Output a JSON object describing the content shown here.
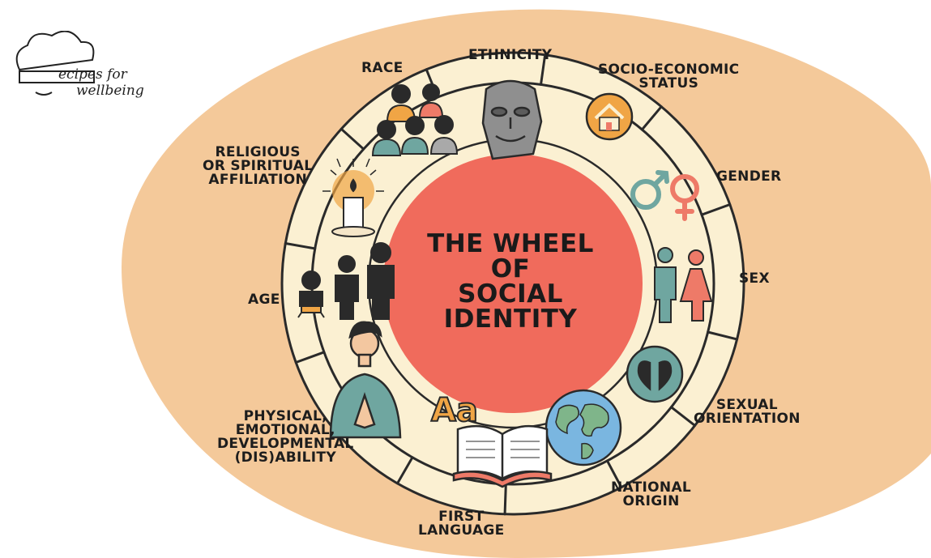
{
  "logo": {
    "line1": "ecipes for",
    "line2": "wellbeing"
  },
  "center": {
    "title_lines": [
      "THE WHEEL",
      "OF",
      "SOCIAL",
      "IDENTITY"
    ]
  },
  "segments": {
    "race": [
      "RACE"
    ],
    "ethnicity": [
      "ETHNICITY"
    ],
    "socio_economic_status": [
      "SOCIO-ECONOMIC",
      "STATUS"
    ],
    "gender": [
      "GENDER"
    ],
    "sex": [
      "SEX"
    ],
    "sexual_orientation": [
      "SEXUAL",
      "ORIENTATION"
    ],
    "national_origin": [
      "NATIONAL",
      "ORIGIN"
    ],
    "first_language": [
      "FIRST",
      "LANGUAGE"
    ],
    "disability": [
      "PHYSICAL,",
      "EMOTIONAL,",
      "DEVELOPMENTAL",
      "(DIS)ABILITY"
    ],
    "age": [
      "AGE"
    ],
    "religion": [
      "RELIGIOUS",
      "OR SPIRITUAL",
      "AFFILIATION"
    ]
  },
  "icons": {
    "language_letters": "Aa"
  },
  "colors": {
    "background_oval": "#f4c99a",
    "ring": "#fbf0d2",
    "center": "#f06b5c",
    "outline": "#2a2a2a",
    "teal": "#6fa6a0",
    "coral": "#ee7a68",
    "orange": "#f0a545"
  }
}
